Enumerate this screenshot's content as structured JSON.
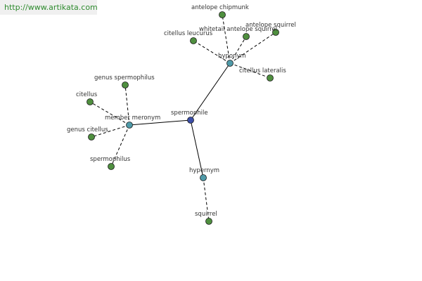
{
  "watermark": {
    "url": "http://www.artikata.com"
  },
  "colors": {
    "center": "#3b4ea8",
    "relation": "#4f9aa8",
    "leaf": "#4f8f3f",
    "node_stroke": "#1a1a1a",
    "edge": "#000000"
  },
  "graph": {
    "center": {
      "id": "spermophile",
      "label": "spermophile"
    },
    "relations": [
      {
        "id": "hyponym",
        "label": "hyponym",
        "words": [
          {
            "id": "antelope-chipmunk",
            "label": "antelope chipmunk"
          },
          {
            "id": "whitetail-antelope-squirrel",
            "label": "whitetail antelope squirrel"
          },
          {
            "id": "antelope-squirrel",
            "label": "antelope squirrel"
          },
          {
            "id": "citellus-leucurus",
            "label": "citellus leucurus"
          },
          {
            "id": "citellus-lateralis",
            "label": "citellus lateralis"
          }
        ]
      },
      {
        "id": "member-meronym",
        "label": "member meronym",
        "words": [
          {
            "id": "genus-spermophilus",
            "label": "genus spermophilus"
          },
          {
            "id": "citellus",
            "label": "citellus"
          },
          {
            "id": "genus-citellus",
            "label": "genus citellus"
          },
          {
            "id": "spermophilus",
            "label": "spermophilus"
          }
        ]
      },
      {
        "id": "hypernym",
        "label": "hypernym",
        "words": [
          {
            "id": "squirrel",
            "label": "squirrel"
          }
        ]
      }
    ]
  }
}
